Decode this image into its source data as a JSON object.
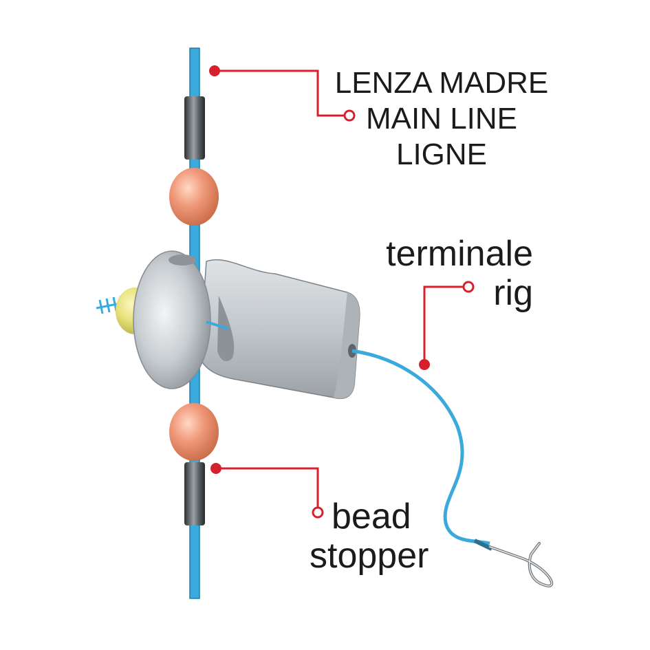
{
  "labels": {
    "main_line": [
      "LENZA MADRE",
      "MAIN LINE",
      "LIGNE"
    ],
    "rig": [
      "terminale",
      "rig"
    ],
    "bead_stopper": [
      "bead",
      "stopper"
    ]
  },
  "colors": {
    "line": "#3aa9dc",
    "callout": "#d6202e",
    "bead": "#f0997a",
    "stopper": "#5a5f63",
    "swivel_body": "#c9ced2",
    "screw_bead": "#e8e27a"
  },
  "icons": {
    "hook": "fish-hook-icon",
    "swivel": "sliding-swivel-icon",
    "screw": "screw-icon"
  }
}
